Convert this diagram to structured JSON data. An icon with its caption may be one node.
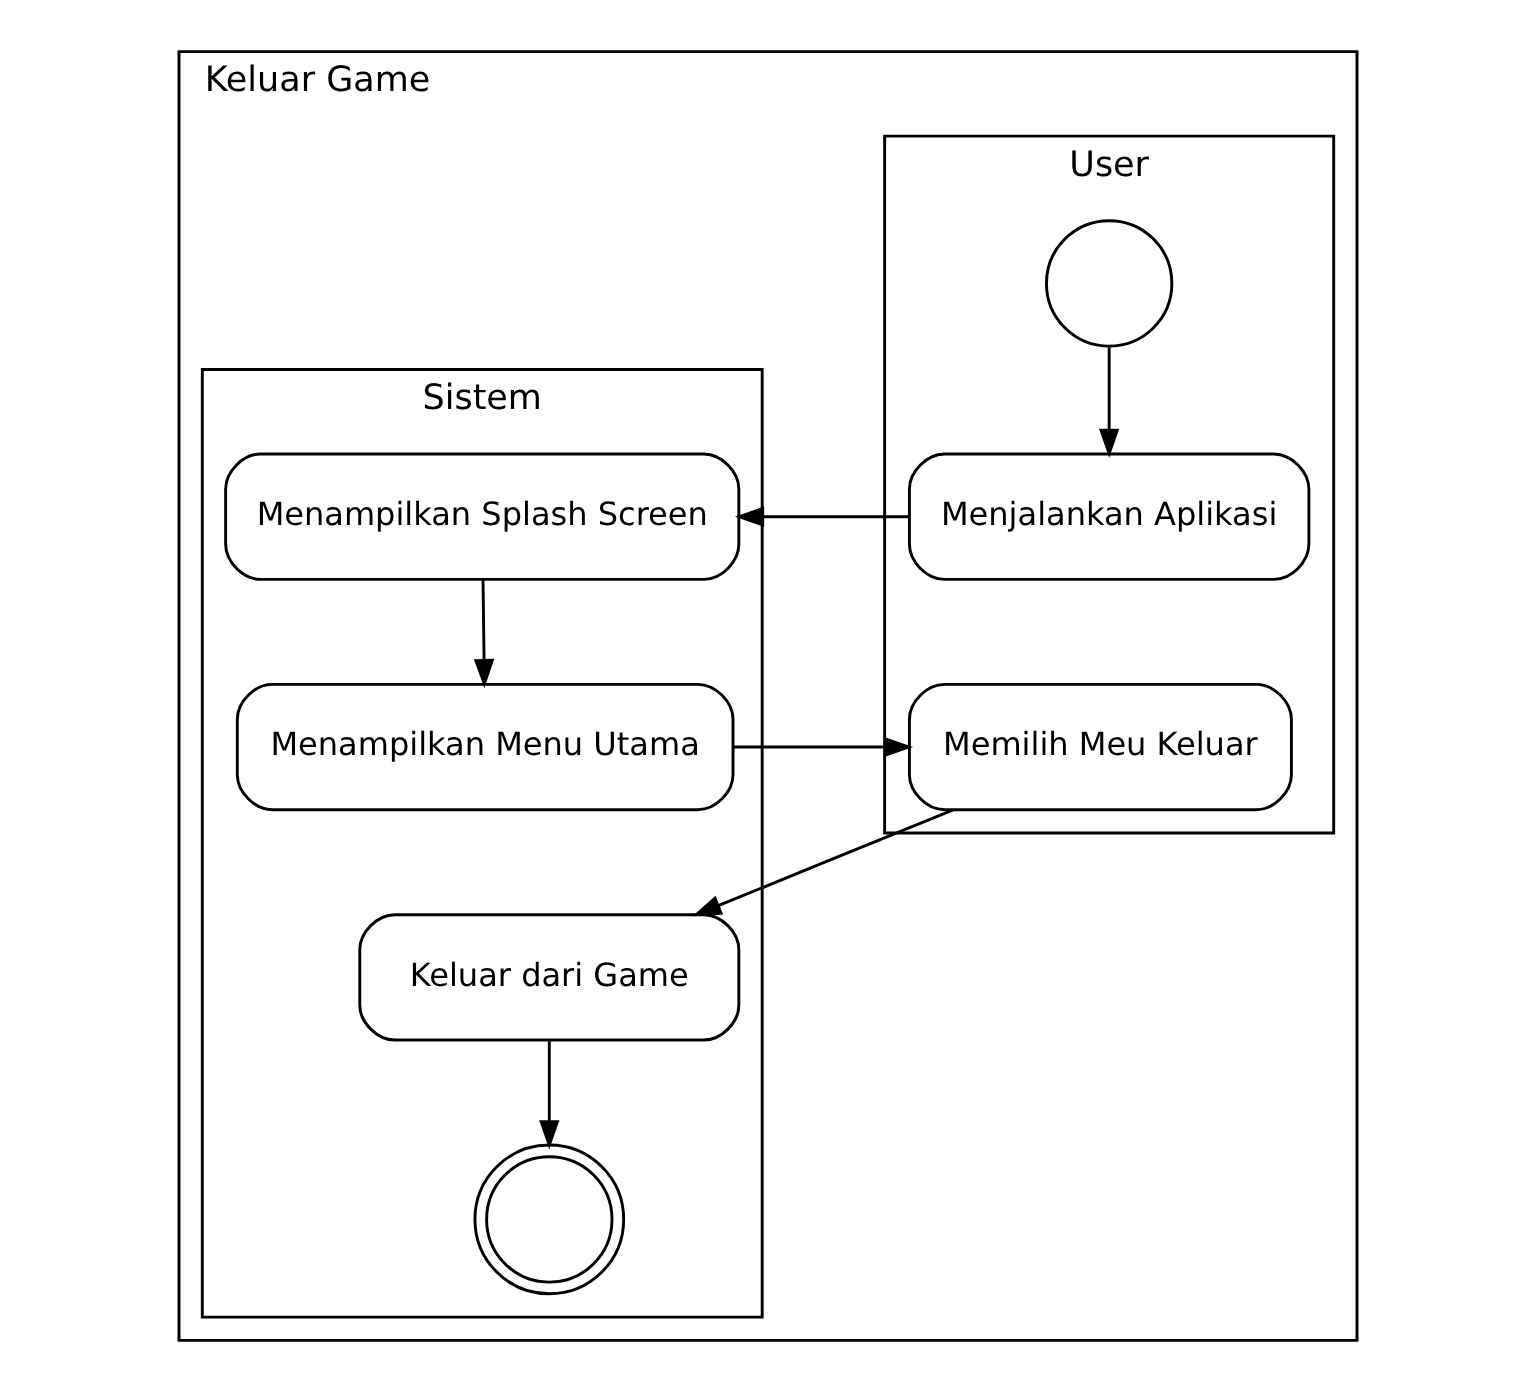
{
  "diagram": {
    "nodes": [
      {
        "text": [
          "Keluar Game"
        ]
      },
      {
        "text": [
          "User"
        ],
        "in": 0
      },
      {
        "text": [
          "Sistem"
        ],
        "in": 0
      },
      {
        "text": [],
        "shape": "circle",
        "in": 1
      },
      {
        "text": [
          "Menjalankan Aplikasi"
        ],
        "in": 1
      },
      {
        "text": [
          "Menampilkan Splash Screen"
        ],
        "in": 2
      },
      {
        "text": [
          "Menampilkan Menu Utama"
        ],
        "in": 2
      },
      {
        "text": [
          "Memilih Meu Keluar"
        ],
        "in": 1
      },
      {
        "text": [
          "Keluar dari Game"
        ],
        "in": 2
      },
      {
        "text": [],
        "shape": "doublecircle",
        "in": 2
      }
    ],
    "edges": [
      {
        "from": 3,
        "to": 4,
        "arrow": "to"
      },
      {
        "from": 4,
        "to": 5,
        "arrow": "to"
      },
      {
        "from": 5,
        "to": 6,
        "arrow": "to"
      },
      {
        "from": 6,
        "to": 7,
        "arrow": "to"
      },
      {
        "from": 7,
        "to": 8,
        "arrow": "to"
      },
      {
        "from": 8,
        "to": 9,
        "arrow": "to"
      }
    ]
  }
}
